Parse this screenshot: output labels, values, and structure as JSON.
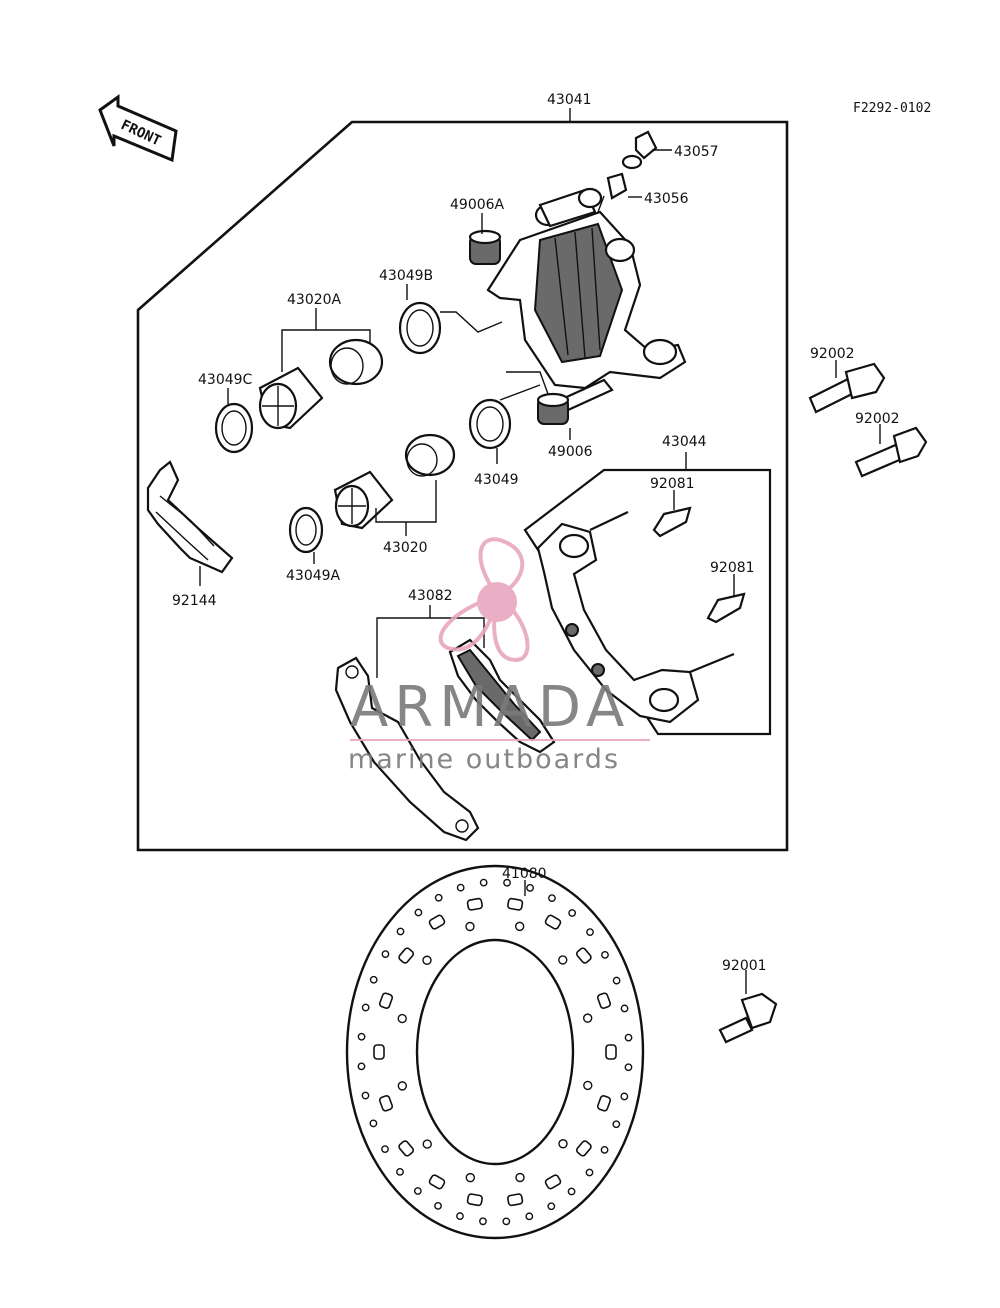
{
  "diagram": {
    "reference": "F2292-0102",
    "front_label": "FRONT",
    "labels": {
      "p43041": "43041",
      "p43057": "43057",
      "p43056": "43056",
      "p49006A": "49006A",
      "p43049B": "43049B",
      "p43020A": "43020A",
      "p43049C": "43049C",
      "p49006": "49006",
      "p43049": "43049",
      "p43020": "43020",
      "p43049A": "43049A",
      "p92144": "92144",
      "p43082": "43082",
      "p43044": "43044",
      "p92081a": "92081",
      "p92081b": "92081",
      "p92002a": "92002",
      "p92002b": "92002",
      "p41080": "41080",
      "p92001": "92001"
    }
  },
  "watermark": {
    "brand": "ARMADA",
    "tagline": "marine outboards",
    "accent_color": "#e8a6bf"
  }
}
